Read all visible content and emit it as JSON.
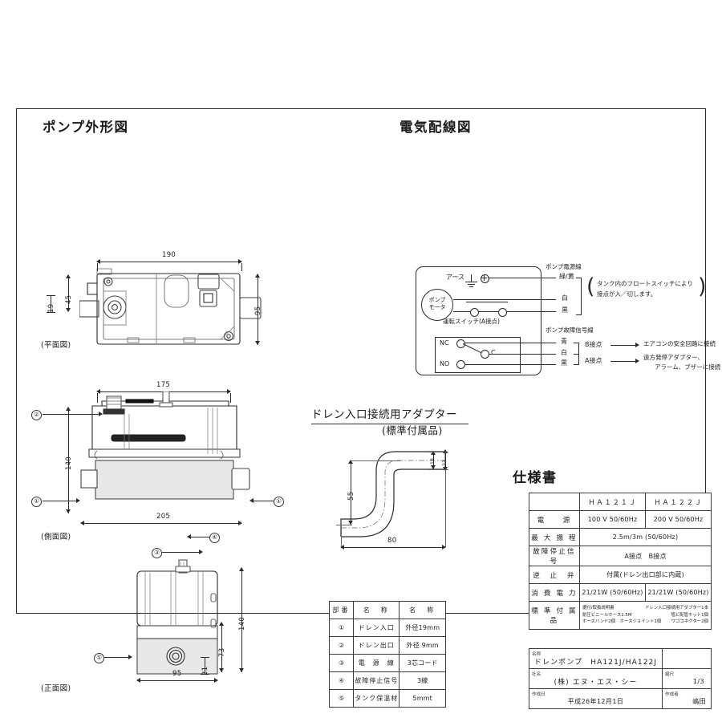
{
  "sections": {
    "pump_outline_title": "ポンプ外形図",
    "wiring_title": "電気配線図",
    "adapter_title": "ドレン入口接続用アダプター",
    "adapter_subtitle": "(標準付属品)",
    "spec_title": "仕様書"
  },
  "views": {
    "plan": "(平面図)",
    "side": "(側面図)",
    "front": "(正面図)"
  },
  "dimensions": {
    "plan_width": "190",
    "plan_h45": "45",
    "plan_h19": "19",
    "plan_h95": "95",
    "side_top": "175",
    "side_height": "140",
    "side_width": "205",
    "front_height": "140",
    "front_h73": "73",
    "front_h21": "21",
    "front_width": "95",
    "adapter_v55": "55",
    "adapter_h80": "80",
    "adapter_18": "18",
    "adapter_23": "23"
  },
  "wiring": {
    "earth_label": "アース",
    "motor_label_1": "ポンプ",
    "motor_label_2": "モータ",
    "run_switch": "運転スイッチ(A接点)",
    "power_line_title": "ポンプ電源線",
    "fault_line_title": "ポンプ故障信号線",
    "power_wires": [
      "緑/黄",
      "白",
      "黒"
    ],
    "power_note_1": "タンク内のフロートスイッチにより",
    "power_note_2": "接点が入／切します。",
    "relay_nc": "NC",
    "relay_no": "NO",
    "relay_c": "C",
    "fault_wires": [
      "青",
      "白",
      "黒"
    ],
    "contact_b": "B接点",
    "contact_a": "A接点",
    "contact_b_target": "エアコンの安全回路に接続",
    "contact_a_target_1": "遠方発停アダプター、",
    "contact_a_target_2": "アラーム、ブザーに接続"
  },
  "parts_table": {
    "headers": [
      "部番",
      "名　称",
      "名　称"
    ],
    "rows": [
      {
        "num": "①",
        "name": "ドレン入口",
        "spec": "外径19mm"
      },
      {
        "num": "②",
        "name": "ドレン出口",
        "spec": "外径 9mm"
      },
      {
        "num": "③",
        "name": "電　源　線",
        "spec": "3芯コード"
      },
      {
        "num": "④",
        "name": "故障停止信号",
        "spec": "3線"
      },
      {
        "num": "⑤",
        "name": "タンク保温材",
        "spec": "5mmt"
      }
    ]
  },
  "spec_table": {
    "model_a": "ＨＡ１２１Ｊ",
    "model_b": "ＨＡ１２２Ｊ",
    "rows": [
      {
        "label": "電　　源",
        "a": "100 V 50/60Hz",
        "b": "200 V 50/60Hz",
        "span": false
      },
      {
        "label": "最 大 揚 程",
        "a": "2.5m/3m (50/60Hz)",
        "b": "",
        "span": true
      },
      {
        "label": "故障停止信号",
        "a": "A接点　B接点",
        "b": "",
        "span": true
      },
      {
        "label": "逆　止　弁",
        "a": "付属(ドレン出口部に内蔵)",
        "b": "",
        "span": true
      },
      {
        "label": "消 費 電 力",
        "a": "21/21W (50/60Hz)",
        "b": "21/21W (50/60Hz)",
        "span": false
      }
    ],
    "accessories_label": "標 準 付 属 品",
    "accessories": [
      [
        "据付/取扱説明書",
        "ドレン入口接続用アダプター1本"
      ],
      [
        "耐圧ビニールホース1.5M",
        "塩ビ配管キット1個"
      ],
      [
        "ホースバンド2個　ホースジョイント1個",
        "ワゴコネクター2個"
      ]
    ]
  },
  "title_block": {
    "name_caption": "名称",
    "name_value": "ドレンポンプ　HA121J/HA122J",
    "company_caption": "社名",
    "company_value": "(株) エヌ・エス・シー",
    "date_caption": "作成日",
    "date_value": "平成26年12月1日",
    "scale_caption": "縮尺",
    "scale_value": "1/3",
    "author_caption": "作成者",
    "author_value": "嶋田"
  },
  "colors": {
    "line": "#2b2b2b",
    "shade": "#e8e8e8",
    "paper": "#ffffff"
  }
}
